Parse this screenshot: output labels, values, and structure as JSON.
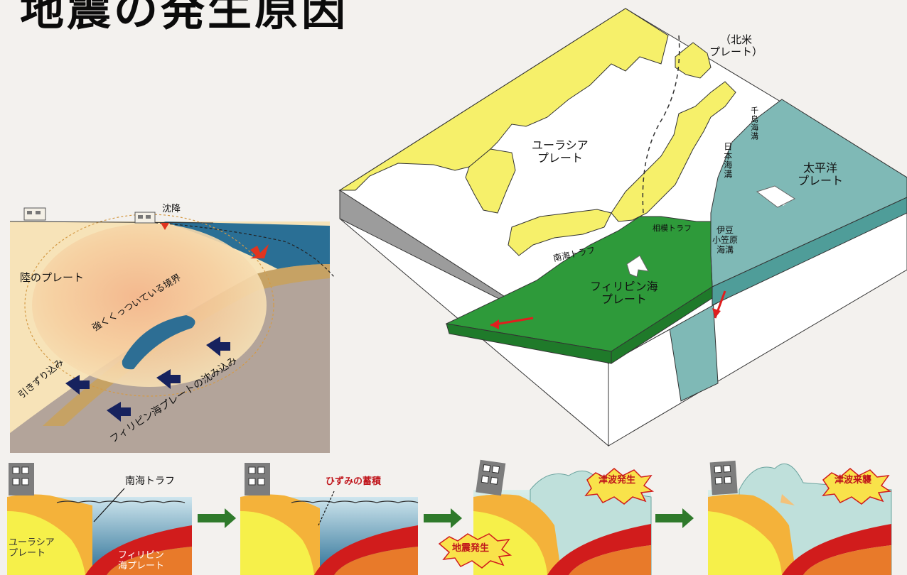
{
  "page": {
    "title": "地震の発生原因"
  },
  "colors": {
    "eurasia": "#f6f06a",
    "philippine": "#2e9a3a",
    "pacific": "#7fb9b6",
    "sea_blue": "#2a6f95",
    "trench_red": "#d11c1c",
    "arrow_navy": "#17225e",
    "tsunami_box": "#f9e24a"
  },
  "cross_section": {
    "subsidence_label": "沈降",
    "land_plate_label": "陸のプレート",
    "coupled_boundary_label": "強くくっついている境界",
    "drag_label": "引きずり込み",
    "sink_label": "フィリピン海プレートの沈み込み"
  },
  "map": {
    "north_america_label": "（北米\nプレート）",
    "eurasia_label": "ユーラシア\nプレート",
    "pacific_label": "太平洋\nプレート",
    "philippine_label": "フィリピン海\nプレート",
    "nankai_trough_label": "南海トラフ",
    "sagami_trough_label": "相模トラフ",
    "izu_bonin_trench_label": "伊豆\n小笠原\n海溝",
    "japan_trench_label": "日本海溝",
    "kuril_trench_label": "千島海溝"
  },
  "sequence": {
    "nankai_trough_label": "南海トラフ",
    "eurasia_label": "ユーラシア\nプレート",
    "philippine_label": "フィリピン\n海プレート",
    "strain_label": "ひずみの蓄積",
    "earthquake_label": "地震発生",
    "tsunami_generation_label": "津波発生",
    "tsunami_arrival_label": "津波来襲"
  }
}
